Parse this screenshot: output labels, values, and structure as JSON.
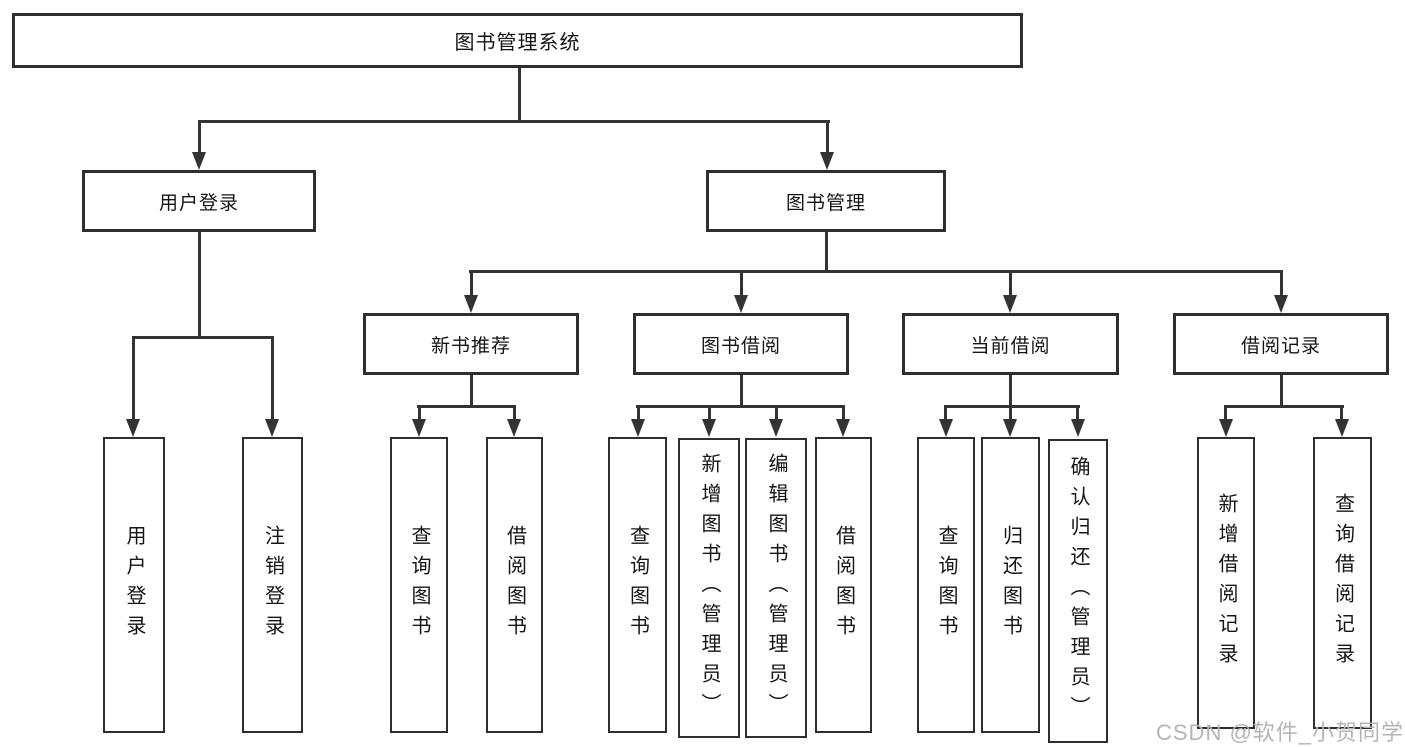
{
  "diagram": {
    "root": {
      "label": "图书管理系统"
    },
    "user_login": {
      "label": "用户登录",
      "leaves": [
        "用户登录",
        "注销登录"
      ]
    },
    "book_mgmt": {
      "label": "图书管理",
      "groups": [
        {
          "label": "新书推荐",
          "leaves": [
            "查询图书",
            "借阅图书"
          ]
        },
        {
          "label": "图书借阅",
          "leaves": [
            "查询图书",
            "新增图书（管理员）",
            "编辑图书（管理员）",
            "借阅图书"
          ]
        },
        {
          "label": "当前借阅",
          "leaves": [
            "查询图书",
            "归还图书",
            "确认归还（管理员）"
          ]
        },
        {
          "label": "借阅记录",
          "leaves": [
            "新增借阅记录",
            "查询借阅记录"
          ]
        }
      ]
    }
  },
  "watermark": {
    "text": "CSDN @软件_小贺同学"
  },
  "colors": {
    "line": "#333333",
    "border": "#2e2e2e",
    "text": "#151515",
    "watermark": "#b5b5b5",
    "background": "#ffffff"
  }
}
